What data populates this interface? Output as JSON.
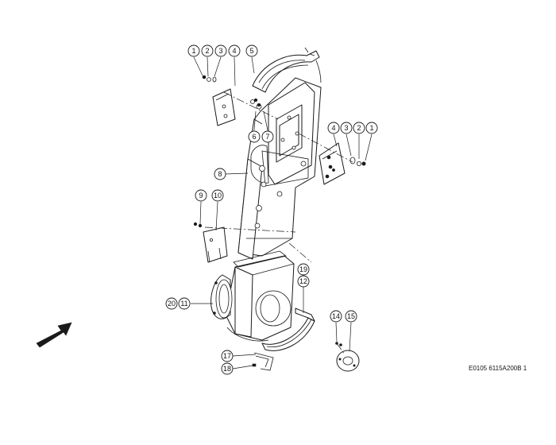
{
  "drawing_code": "E0105 6115A200B 1",
  "callouts": [
    {
      "id": "c1a",
      "label": "1"
    },
    {
      "id": "c2a",
      "label": "2"
    },
    {
      "id": "c3a",
      "label": "3"
    },
    {
      "id": "c4a",
      "label": "4"
    },
    {
      "id": "c5",
      "label": "5"
    },
    {
      "id": "c6",
      "label": "6"
    },
    {
      "id": "c7",
      "label": "7"
    },
    {
      "id": "c4b",
      "label": "4"
    },
    {
      "id": "c3b",
      "label": "3"
    },
    {
      "id": "c2b",
      "label": "2"
    },
    {
      "id": "c1b",
      "label": "1"
    },
    {
      "id": "c8",
      "label": "8"
    },
    {
      "id": "c9",
      "label": "9"
    },
    {
      "id": "c10",
      "label": "10"
    },
    {
      "id": "c19",
      "label": "19"
    },
    {
      "id": "c12",
      "label": "12"
    },
    {
      "id": "c20",
      "label": "20"
    },
    {
      "id": "c11",
      "label": "11"
    },
    {
      "id": "c14",
      "label": "14"
    },
    {
      "id": "c15",
      "label": "15"
    },
    {
      "id": "c17",
      "label": "17"
    },
    {
      "id": "c18",
      "label": "18"
    }
  ],
  "direction_arrow_icon": "arrow-right-up-icon"
}
